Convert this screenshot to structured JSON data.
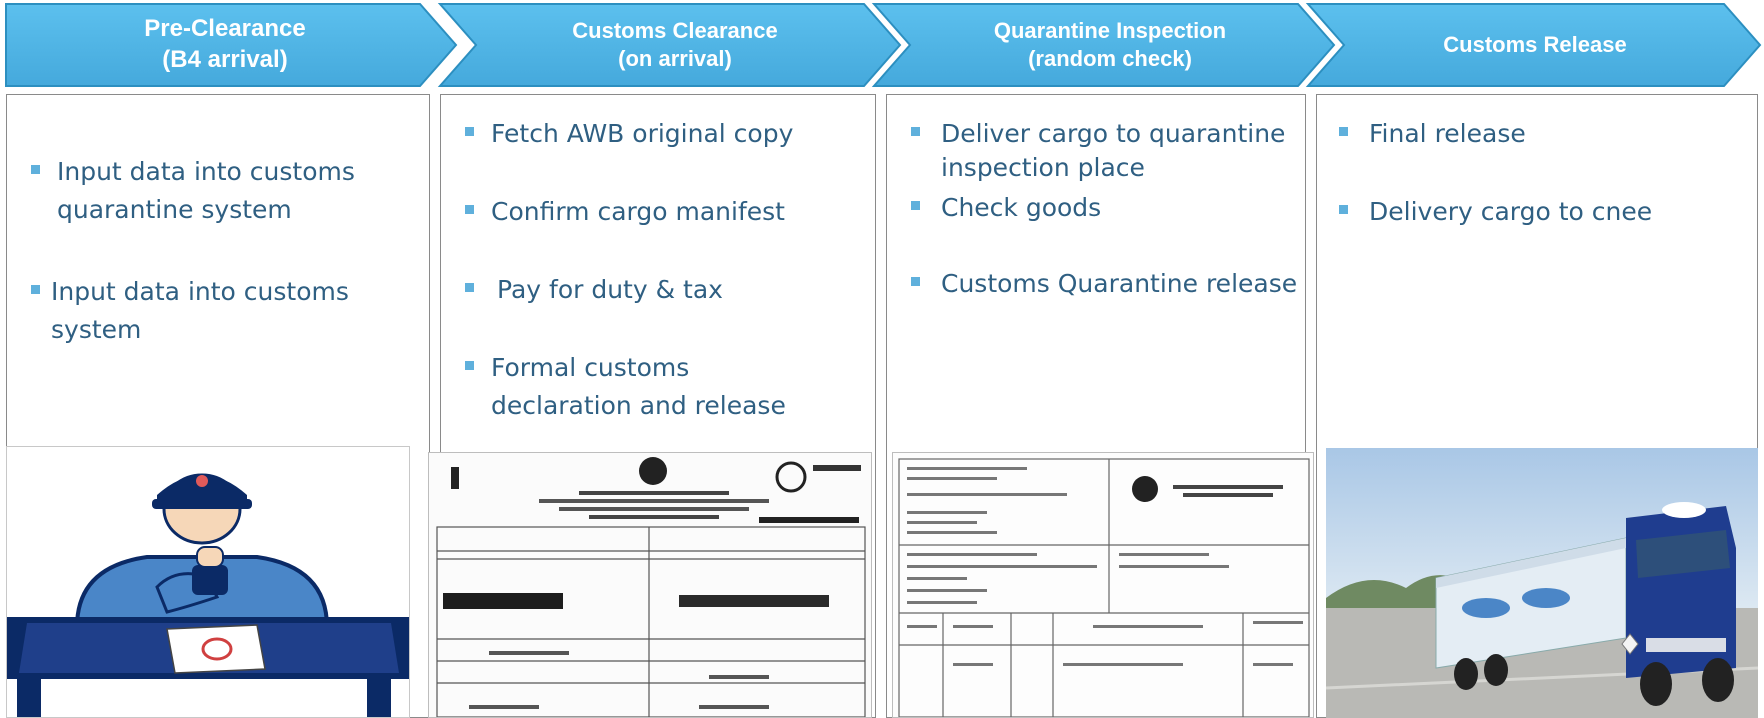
{
  "stages": [
    {
      "title_line1": "Pre-Clearance",
      "title_line2": "(B4 arrival)"
    },
    {
      "title_line1": "Customs Clearance",
      "title_line2": "(on arrival)"
    },
    {
      "title_line1": "Quarantine Inspection",
      "title_line2": "(random check)"
    },
    {
      "title_line1": "Customs  Release",
      "title_line2": ""
    }
  ],
  "panels": [
    {
      "items": [
        {
          "line1": " Input data into customs",
          "line2": "quarantine system"
        },
        {
          "line1": " Input data into customs",
          "line2": "system"
        }
      ]
    },
    {
      "items": [
        {
          "line1": " Fetch AWB original copy",
          "line2": ""
        },
        {
          "line1": " Confirm cargo manifest",
          "line2": ""
        },
        {
          "line1": "Pay for duty & tax",
          "line2": ""
        },
        {
          "line1": " Formal customs",
          "line2": "declaration  and release"
        }
      ]
    },
    {
      "items": [
        {
          "line1": "Deliver cargo to quarantine",
          "line2": "inspection place"
        },
        {
          "line1": "Check goods",
          "line2": ""
        },
        {
          "line1": " Customs Quarantine release",
          "line2": ""
        }
      ]
    },
    {
      "items": [
        {
          "line1": "Final release",
          "line2": ""
        },
        {
          "line1": "Delivery cargo to cnee",
          "line2": ""
        }
      ]
    }
  ],
  "colors": {
    "chevron": "#4db4e4",
    "chevron_edge": "#2c8fc0",
    "bullet": "#5fb0dc",
    "text": "#2f5f82"
  },
  "images": {
    "officer": "customs-officer-stamping-illustration",
    "certificate": "phytosanitary-certificate-scan",
    "origin_certificate": "certificate-of-origin-scan",
    "truck": "container-truck-photo"
  }
}
